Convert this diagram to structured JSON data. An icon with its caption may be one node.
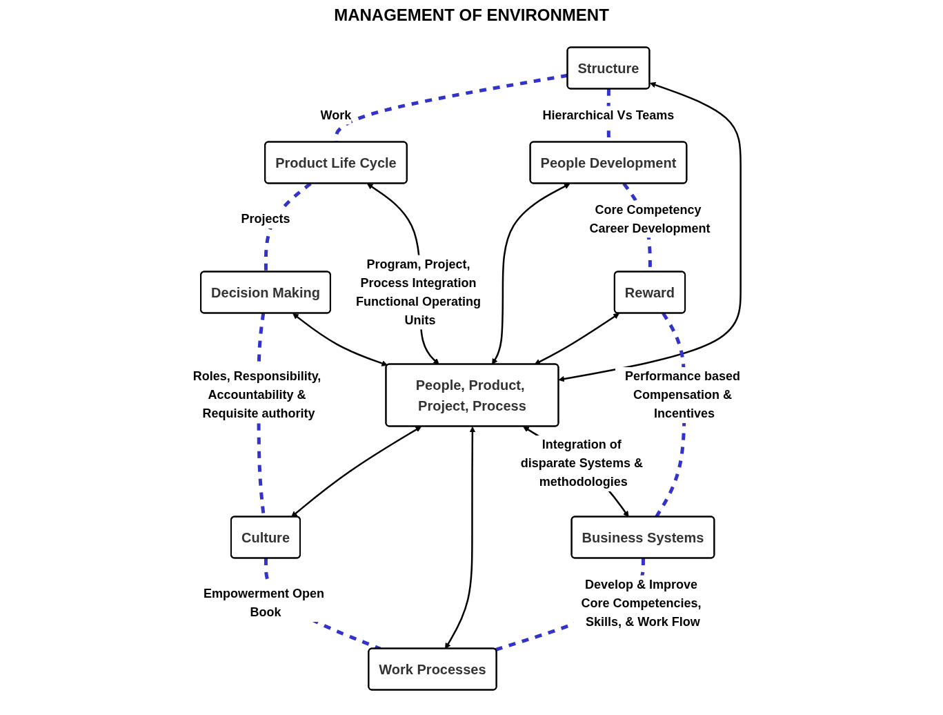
{
  "diagram": {
    "title": "MANAGEMENT OF ENVIRONMENT",
    "nodes": [
      {
        "text": [
          "Product Life Cycle"
        ]
      },
      {
        "text": [
          "Structure"
        ]
      },
      {
        "text": [
          "Decision Making"
        ]
      },
      {
        "text": [
          "People Development"
        ]
      },
      {
        "text": [
          "People, Product, Project, Process"
        ]
      },
      {
        "text": [
          "Culture"
        ]
      },
      {
        "text": [
          "Reward"
        ]
      },
      {
        "text": [
          "Work Processes"
        ]
      },
      {
        "text": [
          "Business Systems"
        ]
      }
    ],
    "edges": [
      {
        "from": 1,
        "to": 0,
        "arrow": "none",
        "label": "Work",
        "style": "dashed",
        "color": "#3333cc"
      },
      {
        "from": 0,
        "to": 2,
        "arrow": "none",
        "label": "Projects",
        "style": "dashed",
        "color": "#3333cc"
      },
      {
        "from": 0,
        "to": 4,
        "arrow": "both",
        "label": "Program, Project, Process Integration Functional Operating Units",
        "color": "#000000"
      },
      {
        "from": 1,
        "to": 3,
        "arrow": "none",
        "label": "Hierarchical Vs Teams",
        "style": "dashed",
        "color": "#3333cc"
      },
      {
        "from": 2,
        "to": 5,
        "arrow": "none",
        "label": "Roles, Responsibility, Accountability & Requisite authority",
        "style": "dashed",
        "color": "#3333cc"
      },
      {
        "from": 1,
        "to": 4,
        "arrow": "both",
        "color": "#000000"
      },
      {
        "from": 2,
        "to": 4,
        "arrow": "both",
        "color": "#000000"
      },
      {
        "from": 3,
        "to": 4,
        "arrow": "both",
        "color": "#000000"
      },
      {
        "from": 4,
        "to": 5,
        "arrow": "both",
        "color": "#000000"
      },
      {
        "from": 3,
        "to": 6,
        "arrow": "none",
        "label": "Core Competency Career Development",
        "style": "dashed",
        "color": "#3333cc"
      },
      {
        "from": 5,
        "to": 7,
        "arrow": "none",
        "label": "Empowerment Open Book",
        "style": "dashed",
        "color": "#3333cc"
      },
      {
        "from": 6,
        "to": 4,
        "arrow": "both",
        "color": "#000000"
      },
      {
        "from": 4,
        "to": 7,
        "arrow": "both",
        "color": "#000000"
      },
      {
        "from": 4,
        "to": 8,
        "arrow": "both",
        "label": "Integration of disparate Systems & methodologies",
        "color": "#000000"
      },
      {
        "from": 6,
        "to": 8,
        "arrow": "none",
        "label": "Performance based Compensation & Incentives",
        "style": "dashed",
        "color": "#3333cc"
      },
      {
        "from": 8,
        "to": 7,
        "arrow": "none",
        "label": "Develop & Improve Core Competencies, Skills, & Work Flow",
        "style": "dashed",
        "color": "#3333cc"
      }
    ]
  }
}
